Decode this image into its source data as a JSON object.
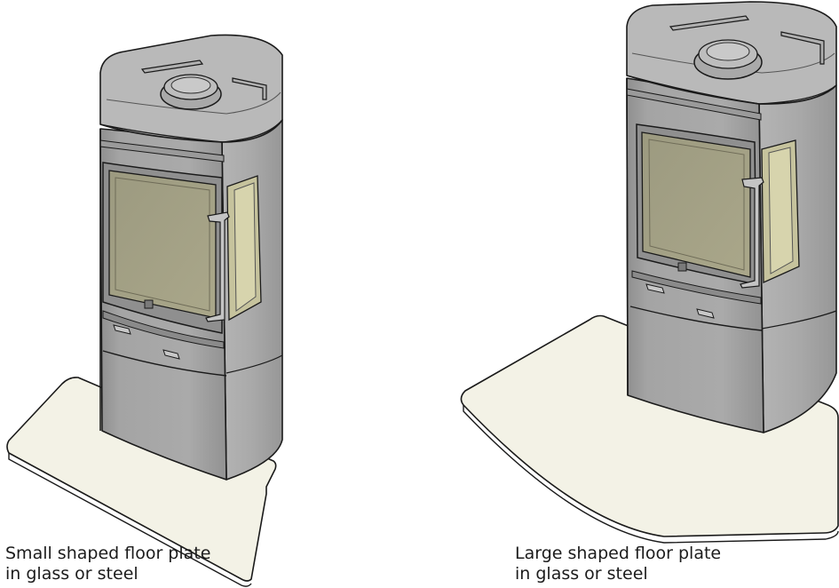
{
  "captions": {
    "small": {
      "line1": "Small shaped floor plate",
      "line2": "in glass or steel"
    },
    "large": {
      "line1": "Large shaped floor plate",
      "line2": "in glass or steel"
    }
  },
  "colors": {
    "stove_body": "#a7a7a7",
    "stove_body_dark": "#8e8e8e",
    "stove_top": "#b9b9b9",
    "glass": "#a39f83",
    "glass_light": "#c6c39d",
    "floor_plate": "#f3f2e6",
    "outline": "#1a1a1a"
  },
  "icons": [
    "stove-illustration",
    "floor-plate"
  ]
}
